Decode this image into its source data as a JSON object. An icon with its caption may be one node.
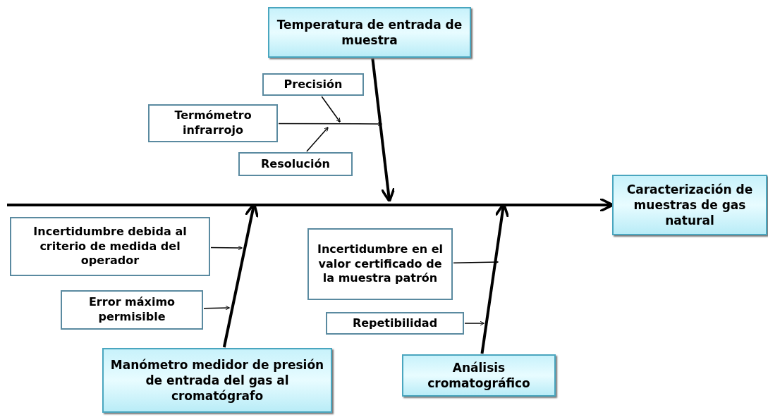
{
  "diagram": {
    "nodes": [
      {
        "text": [
          "Temperatura de entrada de muestra"
        ]
      },
      {
        "text": [
          "Precisión"
        ]
      },
      {
        "text": [
          "Termómetro infrarrojo"
        ]
      },
      {
        "text": [
          "Resolución"
        ]
      },
      {
        "text": [
          "Caracterización de muestras de gas natural"
        ]
      },
      {
        "text": [
          "Incertidumbre debida al criterio de medida del operador"
        ]
      },
      {
        "text": [
          "Incertidumbre en el valor certificado de la muestra patrón"
        ]
      },
      {
        "text": [
          "Error máximo permisible"
        ]
      },
      {
        "text": [
          "Repetibilidad"
        ]
      },
      {
        "text": [
          "Manómetro medidor de presión de entrada del gas al cromatógrafo"
        ]
      },
      {
        "text": [
          "Análisis cromatográfico"
        ]
      }
    ],
    "edges": [
      {
        "from": null,
        "to": 4,
        "arrow": "to",
        "style": "thick"
      },
      {
        "from": 0,
        "to": null,
        "arrow": "to",
        "style": "thick"
      },
      {
        "from": 2,
        "to": null,
        "arrow": "to"
      },
      {
        "from": 1,
        "to": null,
        "arrow": "to"
      },
      {
        "from": 3,
        "to": null,
        "arrow": "to"
      },
      {
        "from": 9,
        "to": null,
        "arrow": "to",
        "style": "thick"
      },
      {
        "from": 5,
        "to": null,
        "arrow": "to"
      },
      {
        "from": 7,
        "to": null,
        "arrow": "to"
      },
      {
        "from": 10,
        "to": null,
        "arrow": "to",
        "style": "thick"
      },
      {
        "from": 6,
        "to": null,
        "arrow": "to"
      },
      {
        "from": 8,
        "to": null,
        "arrow": "to"
      }
    ]
  }
}
